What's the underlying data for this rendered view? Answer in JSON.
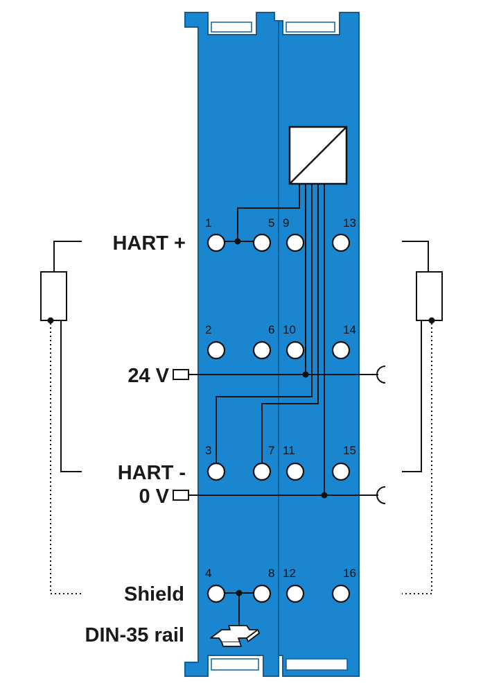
{
  "colors": {
    "module": "#1a86d0",
    "module_edge": "#0d5f9a",
    "wire": "#111111",
    "terminal": "#ffffff"
  },
  "signal_labels": {
    "hart_plus": "HART +",
    "supply_24v": "24 V",
    "hart_minus": "HART -",
    "zero_v": "0 V",
    "shield": "Shield",
    "din_rail": "DIN-35 rail"
  },
  "terminal_numbers": [
    "1",
    "2",
    "3",
    "4",
    "5",
    "6",
    "7",
    "8",
    "9",
    "10",
    "11",
    "12",
    "13",
    "14",
    "15",
    "16"
  ],
  "icons": [
    "isolation-converter-icon",
    "din-rail-icon",
    "resistor-icon",
    "socket-icon"
  ]
}
